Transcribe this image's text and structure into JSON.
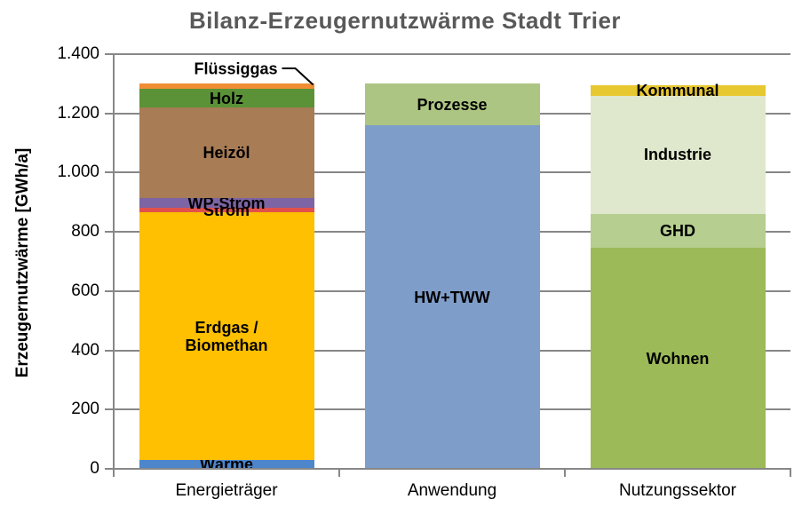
{
  "chart_data": {
    "type": "bar",
    "stacked": true,
    "title": "Bilanz-Erzeugernutzwärme Stadt Trier",
    "title_color": "#595959",
    "ylabel": "Erzeugernutzwärme [GWh/a]",
    "xlabel": "",
    "unit": "GWh/a",
    "ylim": [
      0,
      1400
    ],
    "ytick_step": 200,
    "ytick_labels": [
      "0",
      "200",
      "400",
      "600",
      "800",
      "1.000",
      "1.200",
      "1.400"
    ],
    "grid": true,
    "legend_position": "none",
    "axis_color": "#878787",
    "categories": [
      "Energieträger",
      "Anwendung",
      "Nutzungssektor"
    ],
    "bars": [
      {
        "category": "Energieträger",
        "total": 1300,
        "segments": [
          {
            "name": "Wärme",
            "value": 30,
            "color": "#4e86cb"
          },
          {
            "name": "Erdgas / Biomethan",
            "label": "Erdgas /\nBiomethan",
            "value": 835,
            "color": "#fec000"
          },
          {
            "name": "Strom",
            "value": 15,
            "color": "#e2504c"
          },
          {
            "name": "WP-Strom",
            "value": 35,
            "color": "#7d64a4"
          },
          {
            "name": "Heizöl",
            "value": 305,
            "color": "#a87c55"
          },
          {
            "name": "Holz",
            "value": 62,
            "color": "#5b9238"
          },
          {
            "name": "Flüssiggas",
            "value": 18,
            "color": "#ef8e35",
            "label_outside": true
          }
        ]
      },
      {
        "category": "Anwendung",
        "total": 1300,
        "segments": [
          {
            "name": "HW+TWW",
            "value": 1160,
            "color": "#7f9dc9"
          },
          {
            "name": "Prozesse",
            "value": 140,
            "color": "#adc582"
          }
        ]
      },
      {
        "category": "Nutzungssektor",
        "total": 1295,
        "segments": [
          {
            "name": "Wohnen",
            "value": 745,
            "color": "#9cba58"
          },
          {
            "name": "GHD",
            "value": 115,
            "color": "#b6ce8f"
          },
          {
            "name": "Industrie",
            "value": 400,
            "color": "#dfe8cc"
          },
          {
            "name": "Kommunal",
            "value": 35,
            "color": "#e8c831"
          }
        ]
      }
    ]
  }
}
